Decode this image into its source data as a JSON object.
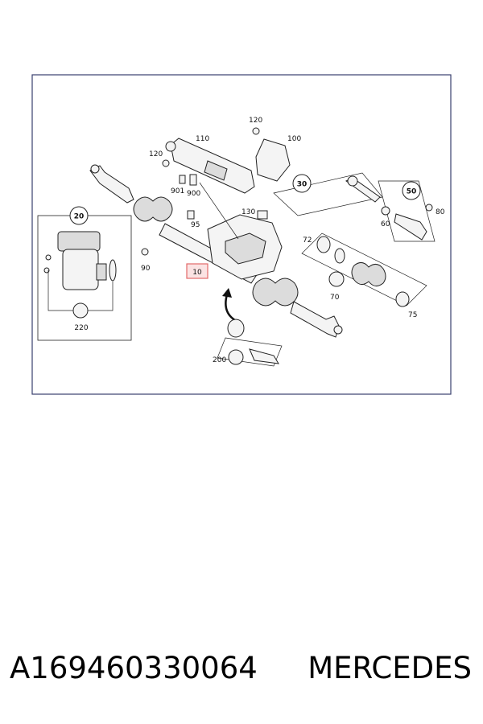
{
  "caption": {
    "part_number": "A169460330064",
    "brand": "MERCEDES"
  },
  "labels": {
    "l10": "10",
    "l20": "20",
    "l30": "30",
    "l50": "50",
    "l60": "60",
    "l70": "70",
    "l72": "72",
    "l75": "75",
    "l80": "80",
    "l90": "90",
    "l95": "95",
    "l100": "100",
    "l110": "110",
    "l120a": "120",
    "l120b": "120",
    "l130": "130",
    "l200": "200",
    "l220": "220",
    "l900": "900",
    "l901": "901"
  },
  "colors": {
    "frame": "#3a3f6e",
    "highlight": "#e36a6a",
    "highlight_fill": "#fbe3e3"
  }
}
